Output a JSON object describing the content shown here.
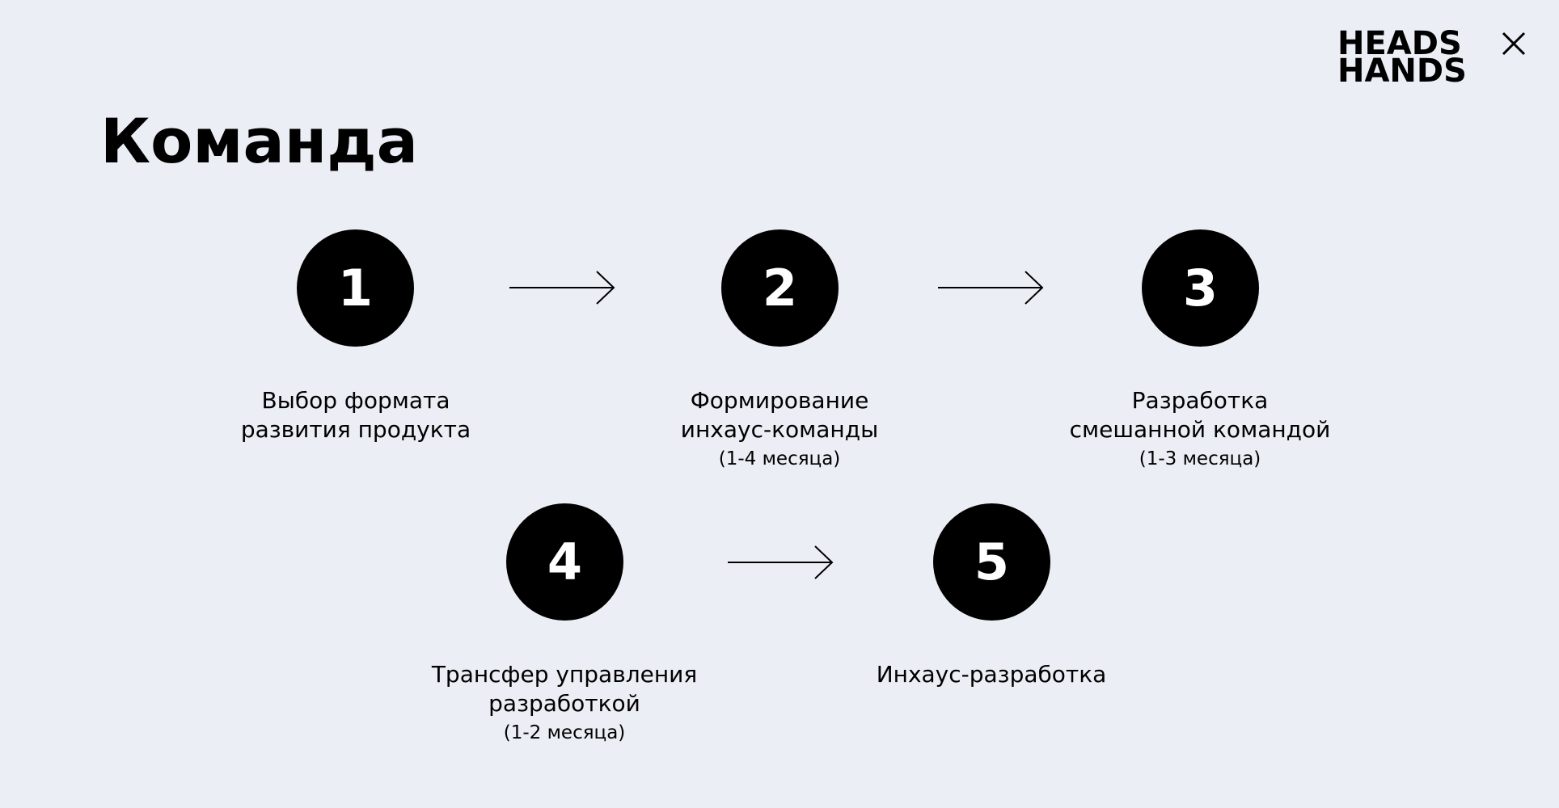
{
  "logo": {
    "line1": "HEADS",
    "line2": "HANDS",
    "mark": "x-icon"
  },
  "title": "Команда",
  "colors": {
    "background": "#ebeef4",
    "circle": "#000000",
    "circle_text": "#ffffff",
    "text": "#000000"
  },
  "steps": [
    {
      "number": "1",
      "label_lines": [
        "Выбор формата",
        "развития продукта"
      ],
      "duration": ""
    },
    {
      "number": "2",
      "label_lines": [
        "Формирование",
        "инхаус-команды"
      ],
      "duration": "(1-4 месяца)"
    },
    {
      "number": "3",
      "label_lines": [
        "Разработка",
        "смешанной командой"
      ],
      "duration": "(1-3 месяца)"
    },
    {
      "number": "4",
      "label_lines": [
        "Трансфер управления",
        "разработкой"
      ],
      "duration": "(1-2 месяца)"
    },
    {
      "number": "5",
      "label_lines": [
        "Инхаус-разработка"
      ],
      "duration": ""
    }
  ],
  "arrows": [
    "arrow-right-icon",
    "arrow-right-icon",
    "arrow-right-icon"
  ]
}
